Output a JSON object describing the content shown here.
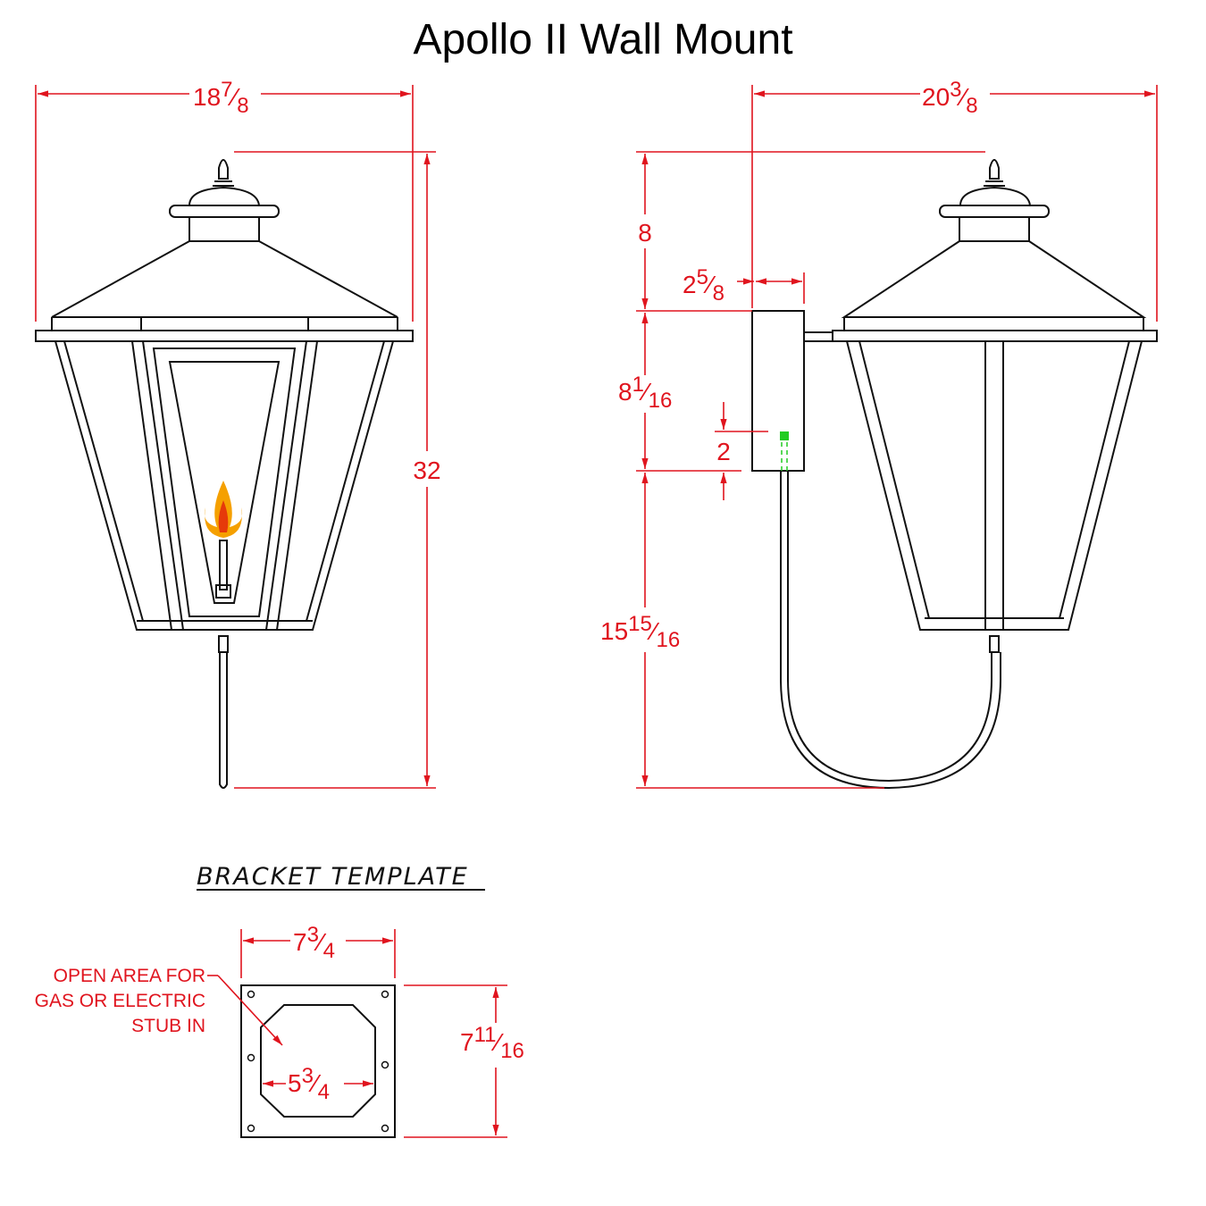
{
  "title": "Apollo II Wall Mount",
  "front_view": {
    "width": {
      "whole": "18",
      "num": "7",
      "den": "8"
    },
    "height": {
      "whole": "32"
    }
  },
  "side_view": {
    "depth": {
      "whole": "20",
      "num": "3",
      "den": "8"
    },
    "top_to_bracket": {
      "whole": "8"
    },
    "bracket_offset": {
      "whole": "2",
      "num": "5",
      "den": "8"
    },
    "bracket_height": {
      "whole": "8",
      "num": "1",
      "den": "16"
    },
    "stub_offset": {
      "whole": "2"
    },
    "bracket_to_bottom": {
      "whole": "15",
      "num": "15",
      "den": "16"
    }
  },
  "bracket_template": {
    "title": "BRACKET TEMPLATE",
    "width": {
      "whole": "7",
      "num": "3",
      "den": "4"
    },
    "height": {
      "whole": "7",
      "num": "11",
      "den": "16"
    },
    "opening_width": {
      "whole": "5",
      "num": "3",
      "den": "4"
    },
    "note_lines": [
      "OPEN AREA FOR",
      "GAS OR ELECTRIC",
      "STUB IN"
    ]
  },
  "colors": {
    "dimension": "#e0141e",
    "outline": "#111111",
    "gas_marker": "#22cc22"
  }
}
